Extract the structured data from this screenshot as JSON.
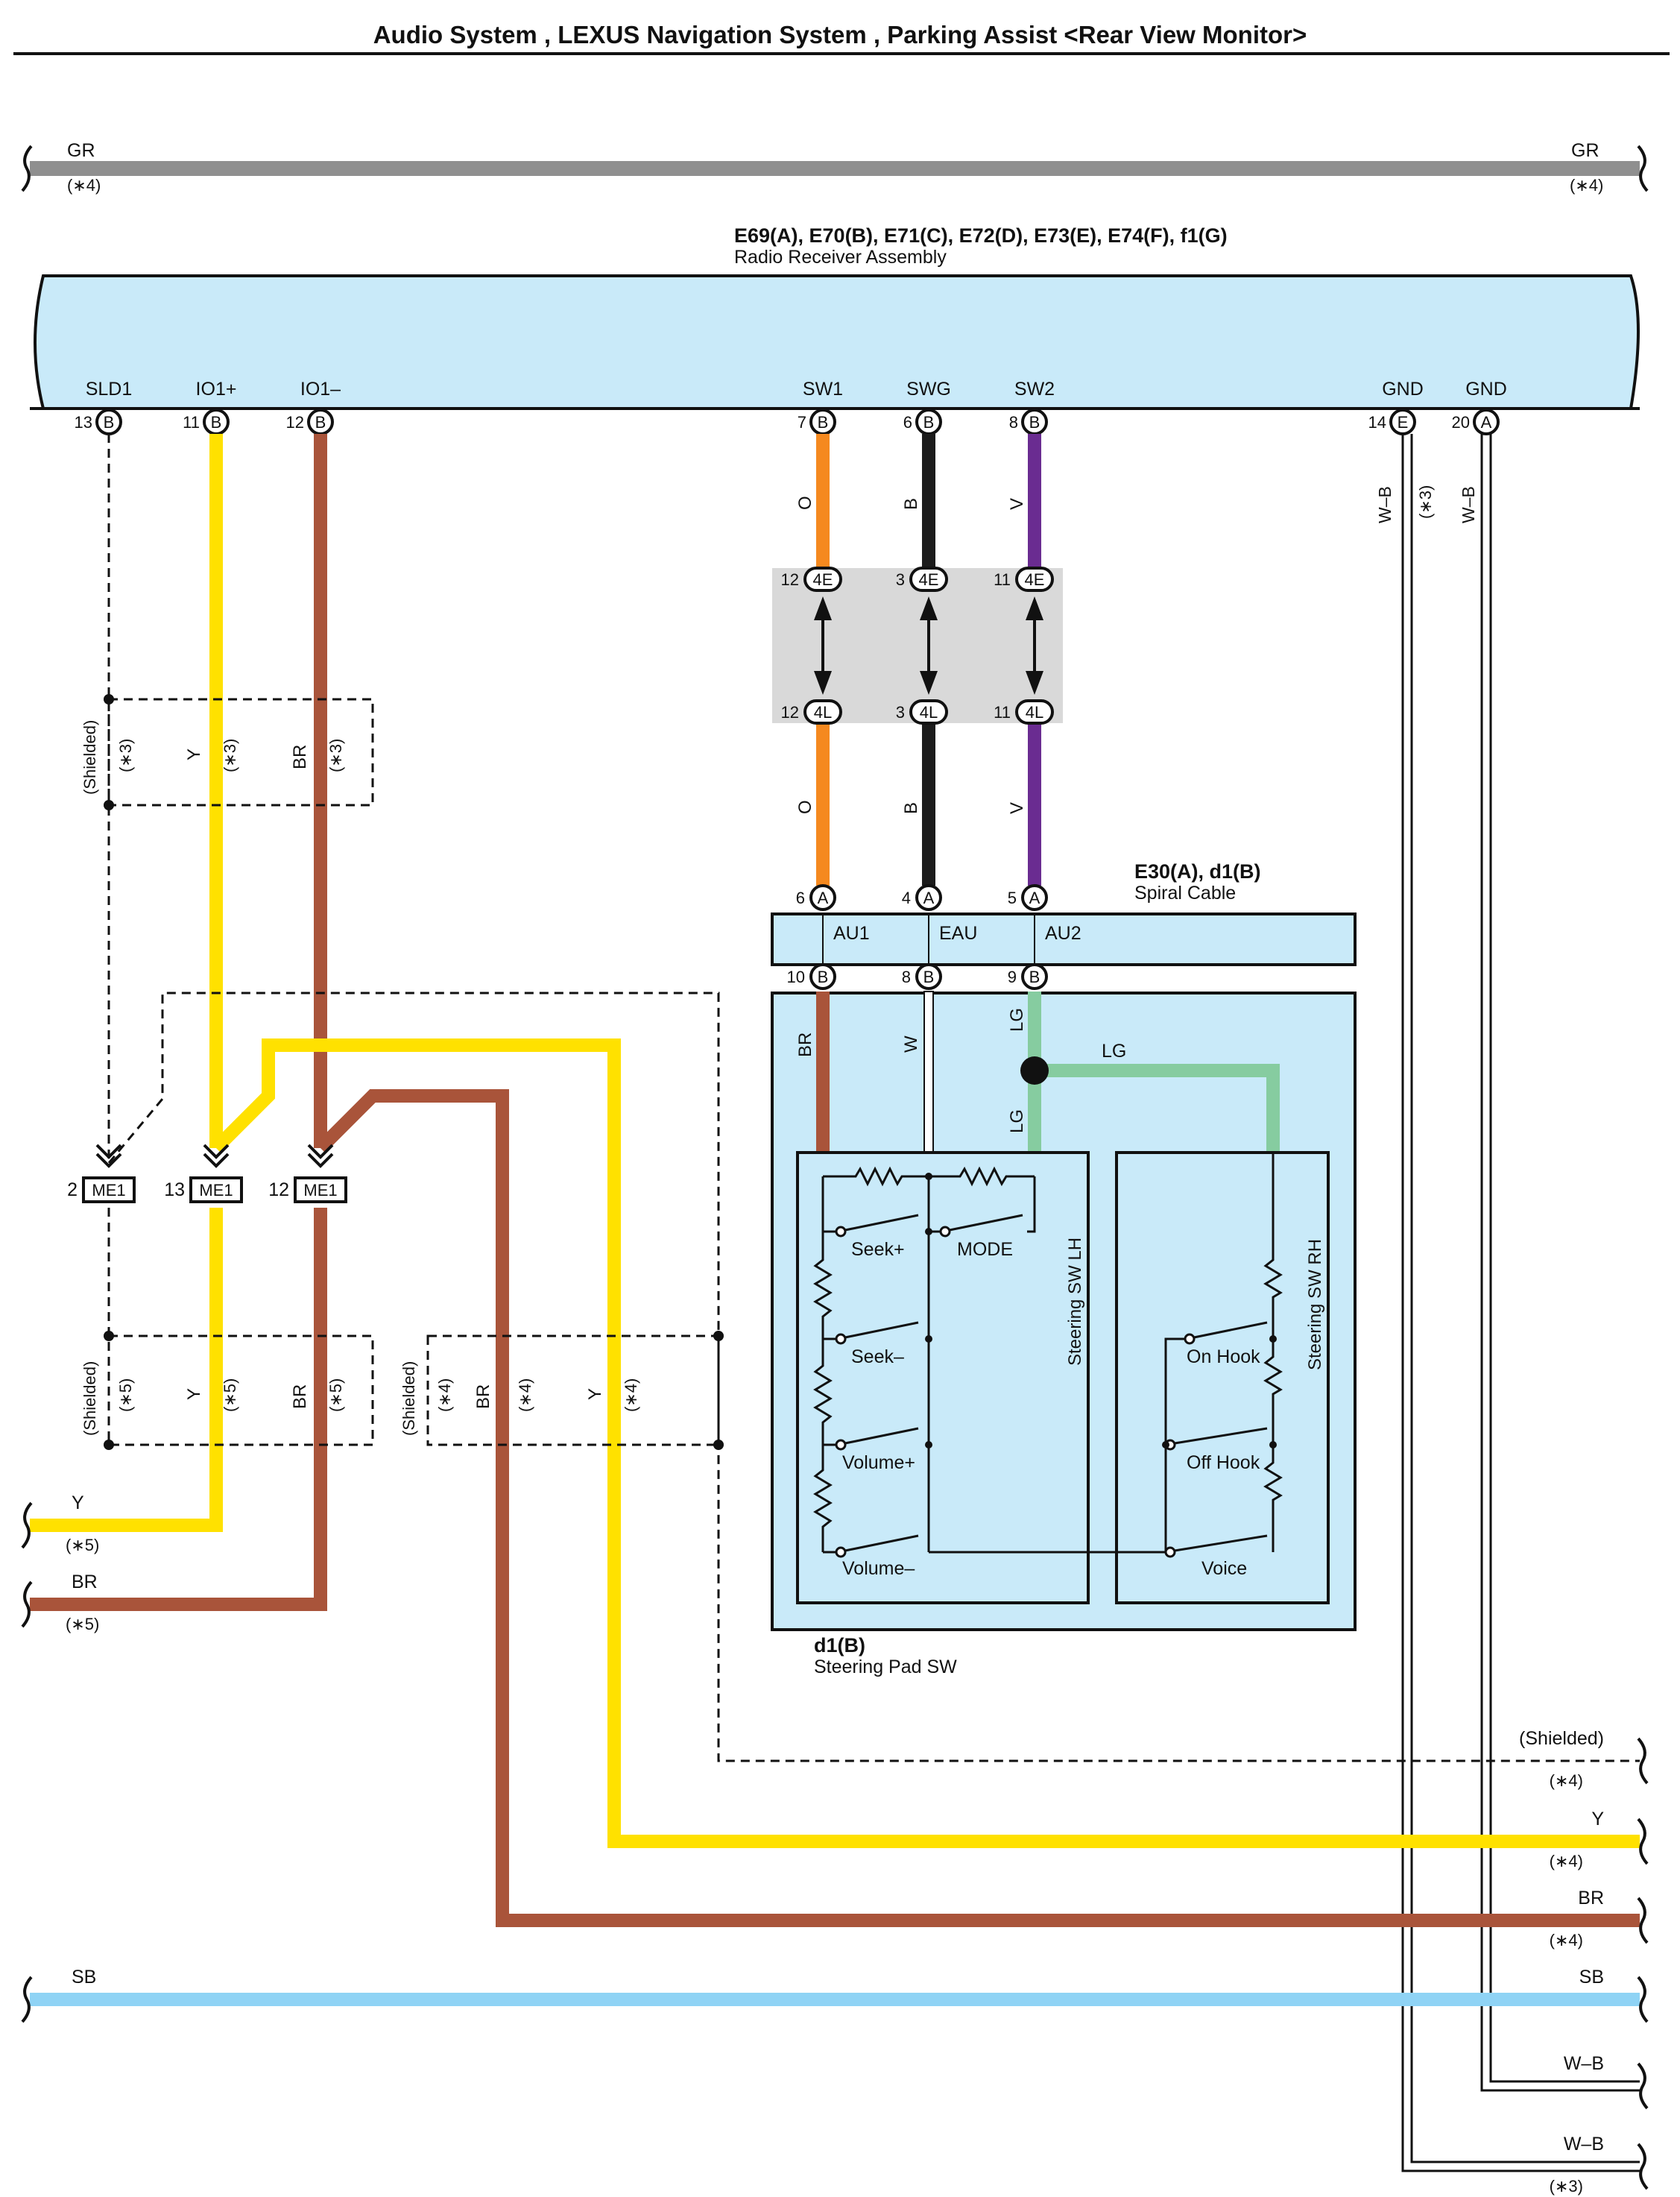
{
  "title": "Audio System , LEXUS Navigation System , Parking Assist <Rear View Monitor>",
  "wire_colors": {
    "GR": "#8f8f8f",
    "Y": "#ffe100",
    "BR": "#a9543a",
    "O": "#f5891f",
    "B": "#1c1c1c",
    "V": "#6a2c91",
    "LG": "#86ccA0",
    "SB": "#8fd3f5",
    "W": "#ffffff"
  },
  "fill_colors": {
    "component": "#c9eaf9",
    "junction": "#d9d9d9"
  },
  "top_bus": {
    "left_label": "GR",
    "left_note": "(∗4)",
    "right_label": "GR",
    "right_note": "(∗4)"
  },
  "radio": {
    "connectors": "E69(A), E70(B), E71(C), E72(D), E73(E), E74(F), f1(G)",
    "name": "Radio Receiver Assembly",
    "pins": [
      {
        "name": "SLD1",
        "num": "13",
        "conn": "B"
      },
      {
        "name": "IO1+",
        "num": "11",
        "conn": "B"
      },
      {
        "name": "IO1–",
        "num": "12",
        "conn": "B"
      },
      {
        "name": "SW1",
        "num": "7",
        "conn": "B"
      },
      {
        "name": "SWG",
        "num": "6",
        "conn": "B"
      },
      {
        "name": "SW2",
        "num": "8",
        "conn": "B"
      },
      {
        "name": "GND",
        "num": "14",
        "conn": "E"
      },
      {
        "name": "GND",
        "num": "20",
        "conn": "A"
      }
    ]
  },
  "gnd_wires": {
    "c1": "W–B",
    "c1_note": "(∗3)",
    "c2": "W–B"
  },
  "junction": {
    "top": [
      {
        "num": "12",
        "id": "4E"
      },
      {
        "num": "3",
        "id": "4E"
      },
      {
        "num": "11",
        "id": "4E"
      }
    ],
    "bottom": [
      {
        "num": "12",
        "id": "4L"
      },
      {
        "num": "3",
        "id": "4L"
      },
      {
        "num": "11",
        "id": "4L"
      }
    ],
    "upper_colors": [
      "O",
      "B",
      "V"
    ],
    "lower_colors": [
      "O",
      "B",
      "V"
    ]
  },
  "spiral": {
    "connectors": "E30(A), d1(B)",
    "name": "Spiral Cable",
    "top_pins": [
      {
        "num": "6",
        "conn": "A"
      },
      {
        "num": "4",
        "conn": "A"
      },
      {
        "num": "5",
        "conn": "A"
      }
    ],
    "terms": [
      "AU1",
      "EAU",
      "AU2"
    ],
    "bottom_pins": [
      {
        "num": "10",
        "conn": "B"
      },
      {
        "num": "8",
        "conn": "B"
      },
      {
        "num": "9",
        "conn": "B"
      }
    ]
  },
  "steering": {
    "connector": "d1(B)",
    "name": "Steering Pad SW",
    "wire_br": "BR",
    "wire_w": "W",
    "wire_lg_top": "LG",
    "wire_lg_mid": "LG",
    "wire_lg_horiz": "LG",
    "lh_title": "Steering SW LH",
    "rh_title": "Steering SW RH",
    "lh_switches": [
      "Seek+",
      "MODE",
      "Seek–",
      "Volume+",
      "Volume–"
    ],
    "rh_switches": [
      "On Hook",
      "Off Hook",
      "Voice"
    ]
  },
  "me1": [
    {
      "num": "2",
      "id": "ME1"
    },
    {
      "num": "13",
      "id": "ME1"
    },
    {
      "num": "12",
      "id": "ME1"
    }
  ],
  "shield_upper": {
    "shielded": "(Shielded)",
    "n1": "(∗3)",
    "y": "Y",
    "n2": "(∗3)",
    "br": "BR",
    "n3": "(∗3)"
  },
  "shield_lower_left": {
    "shielded": "(Shielded)",
    "n1": "(∗5)",
    "y": "Y",
    "n2": "(∗5)",
    "br": "BR",
    "n3": "(∗5)"
  },
  "shield_lower_right": {
    "shielded": "(Shielded)",
    "n1": "(∗4)",
    "br": "BR",
    "n2": "(∗4)",
    "y": "Y",
    "n3": "(∗4)"
  },
  "left_exits": [
    {
      "label": "Y",
      "note": "(∗5)"
    },
    {
      "label": "BR",
      "note": "(∗5)"
    },
    {
      "label": "SB"
    }
  ],
  "right_exits": [
    {
      "label": "(Shielded)",
      "note": "(∗4)"
    },
    {
      "label": "Y",
      "note": "(∗4)"
    },
    {
      "label": "BR",
      "note": "(∗4)"
    },
    {
      "label": "SB"
    },
    {
      "label": "W–B"
    },
    {
      "label": "W–B",
      "note": "(∗3)"
    }
  ]
}
